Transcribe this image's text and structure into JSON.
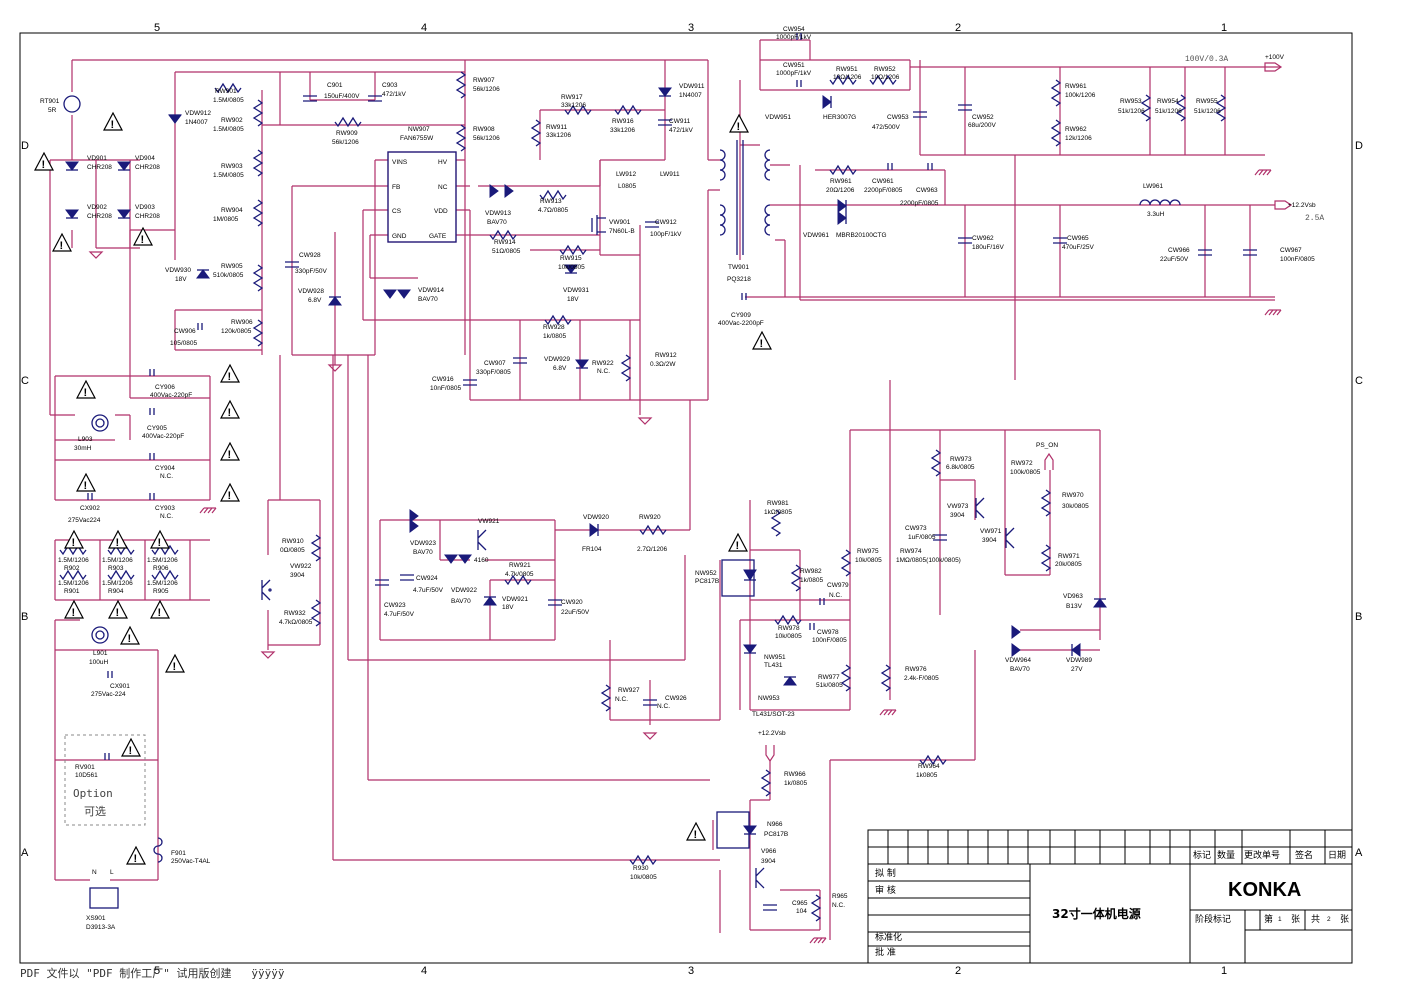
{
  "grid": {
    "columns": [
      "5",
      "4",
      "3",
      "2",
      "1"
    ],
    "rows": [
      "D",
      "C",
      "B",
      "A"
    ]
  },
  "labels": {
    "rt901": "RT901",
    "rt901_v": "5R",
    "vd901": "VD901",
    "vd901_v": "CHR208",
    "vd902": "VD902",
    "vd902_v": "CHR208",
    "vd903": "VD903",
    "vd903_v": "CHR208",
    "vd904": "VD904",
    "vd904_v": "CHR208",
    "vdw912": "VDW912",
    "vdw912_v": "1N4007",
    "rw901": "RW901",
    "rw901_v": "1.5M/0805",
    "rw902": "RW902",
    "rw902_v": "1.5M/0805",
    "rw903": "RW903",
    "rw903_v": "1.5M/0805",
    "rw904": "RW904",
    "rw904_v": "1M/0805",
    "rw905": "RW905",
    "rw905_v": "510k/0805",
    "rw906": "RW906",
    "rw906_v": "120k/0805",
    "vdw930": "VDW930",
    "vdw930_v": "18V",
    "cw906": "CW906",
    "cw906_v": "105/0805",
    "c901": "C901",
    "c901_v": "150uF/400V",
    "c903": "C903",
    "c903_v": "472/1kV",
    "rw909": "RW909",
    "rw909_v": "56k/1206",
    "nw907": "NW907",
    "nw907_v": "FAN6755W",
    "pin_vins": "VINS",
    "pin_fb": "FB",
    "pin_cs": "CS",
    "pin_gnd": "GND",
    "pin_hv": "HV",
    "pin_nc": "NC",
    "pin_vdd": "VDD",
    "pin_gate": "GATE",
    "rw907": "RW907",
    "rw907_v": "56k/1206",
    "rw908": "RW908",
    "rw908_v": "56k/1206",
    "cw928": "CW928",
    "cw928_v": "330pF/50V",
    "vdw928": "VDW928",
    "vdw928_v": "6.8V",
    "vdw914": "VDW914",
    "vdw914_v": "BAV70",
    "vdw913": "VDW913",
    "vdw913_v": "BAV70",
    "rw913": "RW913",
    "rw913_v": "4.7Ω/0805",
    "rw914": "RW914",
    "rw914_v": "51Ω/0805",
    "rw915": "RW915",
    "rw915_v": "10k/0805",
    "vdw931": "VDW931",
    "vdw931_v": "18V",
    "rw917": "RW917",
    "rw917_v": "33k1206",
    "rw911": "RW911",
    "rw911_v": "33k1206",
    "rw916": "RW916",
    "rw916_v": "33k1206",
    "vdw911": "VDW911",
    "vdw911_v": "1N4007",
    "cw911": "CW911",
    "cw911_v": "472/1kV",
    "lw912": "LW912",
    "lw912_v": "L0805",
    "lw911": "LW911",
    "vw901": "VW901",
    "vw901_v": "7N60L-B",
    "cw912": "CW912",
    "cw912_v": "100pF/1kV",
    "rw928": "RW928",
    "rw928_v": "1k/0805",
    "vdw929": "VDW929",
    "vdw929_v": "6.8V",
    "rw922": "RW922",
    "rw922_v": "N.C.",
    "rw912": "RW912",
    "rw912_v": "0.3Ω/2W",
    "cw907": "CW907",
    "cw907_v": "330pF/0805",
    "cw916": "CW916",
    "cw916_v": "10nF/0805",
    "tw901": "TW901",
    "tw901_v": "PQ3218",
    "cy909": "CY909",
    "cy909_v": "400Vac-2200pF",
    "cw954": "CW954",
    "cw954_v": "1000pF/1kV",
    "cw951": "CW951",
    "cw951_v": "1000pF/1kV",
    "rw951": "RW951",
    "rw951_v": "10Ω/1206",
    "rw952": "RW952",
    "rw952_v": "10Ω/1206",
    "vdw951": "VDW951",
    "vdw951_v": "HER3007G",
    "cw953": "CW953",
    "cw953_v": "472/500V",
    "cw952": "CW952",
    "cw952_v": "68u/200V",
    "rw961_top": "RW961",
    "rw961_top_v": "100k/1206",
    "rw962": "RW962",
    "rw962_v": "12k/1206",
    "rw953": "RW953",
    "rw953_v": "51k/1206",
    "rw954": "RW954",
    "rw954_v": "51k/1206",
    "rw955": "RW955",
    "rw955_v": "51k/1206",
    "out100": "100V/0.3A",
    "out100_tag": "+100V",
    "rw961": "RW961",
    "rw961_v": "20Ω/1206",
    "cw961": "CW961",
    "cw961_v": "2200pF/0805",
    "cw963": "CW963",
    "cw963_v": "2200pF/0805",
    "vdw961": "VDW961",
    "vdw961_v": "MBRB20100CTG",
    "lw961": "LW961",
    "lw961_v": "3.3uH",
    "out12_tag": "+12.2Vsb",
    "out12": "2.5A",
    "cw962": "CW962",
    "cw962_v": "180uF/16V",
    "cw965": "CW965",
    "cw965_v": "470uF/25V",
    "cw966": "CW966",
    "cw966_v": "22uF/50V",
    "cw967": "CW967",
    "cw967_v": "100nF/0805",
    "cy906": "CY906",
    "cy906_v": "400Vac-220pF",
    "cy905": "CY905",
    "cy905_v": "400Vac-220pF",
    "cy904": "CY904",
    "cy904_v": "N.C.",
    "cy903": "CY903",
    "cy903_v": "N.C.",
    "l903": "L903",
    "l903_v": "30mH",
    "cx902": "CX902",
    "cx902_v": "275Vac224",
    "r902": "R902",
    "r903": "R903",
    "r906": "R906",
    "r901": "R901",
    "r904": "R904",
    "r905": "R905",
    "r_val": "1.5M/1206",
    "l901": "L901",
    "l901_v": "100uH",
    "cx901": "CX901",
    "cx901_v": "275Vac-224",
    "rv901": "RV901",
    "rv901_v": "10D561",
    "option": "Option",
    "option_cn": "可选",
    "f901": "F901",
    "f901_v": "250Vac-T4AL",
    "xs901": "XS901",
    "xs901_v": "D3913-3A",
    "n": "N",
    "l": "L",
    "rw910": "RW910",
    "rw910_v": "0Ω/0805",
    "vw922": "VW922",
    "vw922_v": "3904",
    "rw932": "RW932",
    "rw932_v": "4.7kΩ/0805",
    "vdw923": "VDW923",
    "vdw923_v": "BAV70",
    "vw921": "VW921",
    "vw921_v": "4160",
    "vdw922": "VDW922",
    "vdw922_v": "BAV70",
    "cw924": "CW924",
    "cw924_v": "4.7uF/50V",
    "cw923": "CW923",
    "cw923_v": "4.7uF/50V",
    "rw921": "RW921",
    "rw921_v": "4.7k/0805",
    "vdw921": "VDW921",
    "vdw921_v": "18V",
    "cw920": "CW920",
    "cw920_v": "22uF/50V",
    "vdw920": "VDW920",
    "vdw920_v": "FR104",
    "rw920": "RW920",
    "rw920_v": "2.7Ω/1206",
    "rw927": "RW927",
    "rw927_v": "N.C.",
    "cw926": "CW926",
    "cw926_v": "N.C.",
    "nw952": "NW952",
    "nw952_v": "PC817B",
    "rw981": "RW981",
    "rw981_v": "1kΩ/0805",
    "rw982": "RW982",
    "rw982_v": "1k/0805",
    "cw979": "CW979",
    "cw979_v": "N.C.",
    "rw978": "RW978",
    "rw978_v": "10k/0805",
    "cw978": "CW978",
    "cw978_v": "100nF/0805",
    "nw951": "NW951",
    "nw951_v": "TL431",
    "nw953": "NW953",
    "rw977": "RW977",
    "rw977_v": "51k/0805",
    "tl431sot": "TL431/SOT-23",
    "rw975": "RW975",
    "rw975_v": "10k/0805",
    "rw974": "RW974",
    "rw974_v": "1MΩ/0805(100k/0805)",
    "rw976": "RW976",
    "rw976_v": "2.4k-F/0805",
    "cw973": "CW973",
    "cw973_v": "1uF/0805",
    "rw973": "RW973",
    "rw973_v": "6.8k/0805",
    "vw973": "VW973",
    "vw973_v": "3904",
    "rw972": "RW972",
    "rw972_v": "100k/0805",
    "ps_on": "PS_ON",
    "vw971": "VW971",
    "vw971_v": "3904",
    "rw970": "RW970",
    "rw970_v": "30k/0805",
    "rw971": "RW971",
    "rw971_v": "20k/0805",
    "vd963": "VD963",
    "vd963_v": "B13V",
    "vdw964": "VDW964",
    "vdw964_v": "BAV70",
    "vdw989": "VDW989",
    "vdw989_v": "27V",
    "rw964": "RW964",
    "rw964_v": "1k0805",
    "vsb": "+12.2Vsb",
    "rw966": "RW966",
    "rw966_v": "1k/0805",
    "n966": "N966",
    "n966_v": "PC817B",
    "v966": "V966",
    "v966_v": "3904",
    "c965": "C965",
    "c965_v": "104",
    "r965": "R965",
    "r965_v": "N.C.",
    "r930": "R930",
    "r930_v": "10k/0805"
  },
  "title_block": {
    "hdr_mark": "标记",
    "hdr_qty": "数量",
    "hdr_change": "更改单号",
    "hdr_sign": "签名",
    "hdr_date": "日期",
    "draw": "拟 制",
    "check": "审 核",
    "std": "标准化",
    "approve": "批 准",
    "title": "32寸一体机电源",
    "brand": "KONKA",
    "stage": "阶段标记",
    "sheet_no": "第",
    "sheet_cur": "1",
    "sheet_mid": "张",
    "sheet_tot_pre": "共",
    "sheet_tot": "2",
    "sheet_tot_post": "张"
  },
  "footer": "PDF 文件以 \"PDF 制作工厂\" 试用版创建   ÿÿÿÿÿ"
}
